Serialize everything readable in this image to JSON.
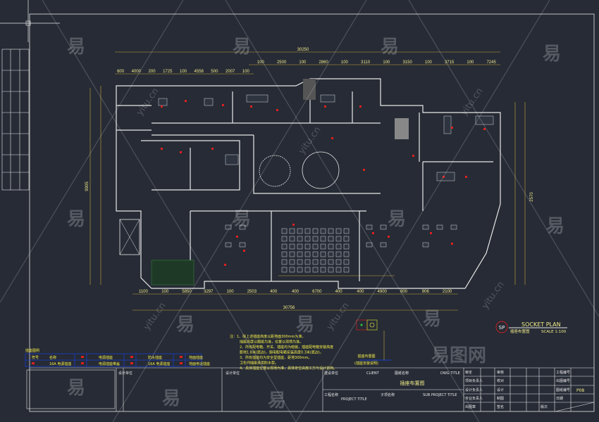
{
  "drawing": {
    "title_en": "SOCKET PLAN",
    "title_cn": "插座布置图",
    "scale": "SCALE 1:100",
    "symbol": "SP",
    "sheet_no": "P08"
  },
  "dims": {
    "top_total": "30250",
    "top_row1": [
      "100",
      "2500",
      "100",
      "2860",
      "100",
      "3110",
      "100",
      "3150",
      "100",
      "3715",
      "100",
      "7245"
    ],
    "top_row2": [
      "600",
      "4000",
      "200",
      "1725",
      "100",
      "4558",
      "500",
      "2007",
      "100"
    ],
    "bottom_row": [
      "1100",
      "100",
      "5850",
      "3297",
      "100",
      "2503",
      "400",
      "400",
      "6700",
      "400",
      "400",
      "4900",
      "800",
      "906",
      "2100"
    ],
    "bottom_total": "30756",
    "left_total": "9905",
    "right_total": "2570"
  },
  "legend": {
    "title": "插座图例",
    "rows": [
      [
        "符号",
        "名称",
        "",
        "电源插座",
        "",
        "防水插座",
        "",
        "地面插座"
      ],
      [
        "",
        "16A 电源插座",
        "",
        "电源插座带盖",
        "",
        "16A 电源插座",
        "",
        "地面电话插座"
      ]
    ]
  },
  "notes": [
    "注：1、除上述插座高度以距地面300mm为准。",
    "插座高度以图纸为准，位置以现场为准。",
    "2、所有配电箱、开关、插座均为暗装，插座配电箱安装高度",
    "距地1.8米(底边)，弱电配电箱安装高度0.3米(底边)。",
    "3、所有插座均为安全型插座，距地300mm。",
    "卫生间插座采用防水型。",
    "4、具体插座位置以现场为准，具体定位由施工方与设计协商。"
  ],
  "plan_label": {
    "line1": "插座布置图",
    "line2": "(插座安装说明)"
  },
  "title_block": {
    "client_label": "CLIENT",
    "client_cn": "建设单位",
    "dwg_title_label": "DWG TITLE",
    "dwg_title_cn": "图纸名称",
    "project_label": "PROJECT TITLE",
    "project_cn": "工程名称",
    "sub_project_label": "SUB PROJECT TITLE",
    "sub_project_cn": "子项名称",
    "design_unit": "设计单位",
    "approval": "审定",
    "project_mgr": "项目负责人",
    "design_mgr": "设计负责人",
    "discipline": "专业负责人",
    "checked": "审核",
    "review": "校对",
    "design": "设计",
    "drawn": "制图",
    "project_no": "工程编号",
    "issue_no": "出图编号",
    "drawing_no": "图纸编号",
    "date": "日期",
    "seal": "出图章",
    "sign": "签名",
    "version": "版次"
  },
  "watermarks": {
    "big": "易图网",
    "small": "易",
    "url": "yitu.cn"
  },
  "colors": {
    "bg": "#262b35",
    "wall": "#e8e8e8",
    "dim": "#c8a838",
    "socket": "#e02020",
    "legend": "#1a3fd0"
  }
}
